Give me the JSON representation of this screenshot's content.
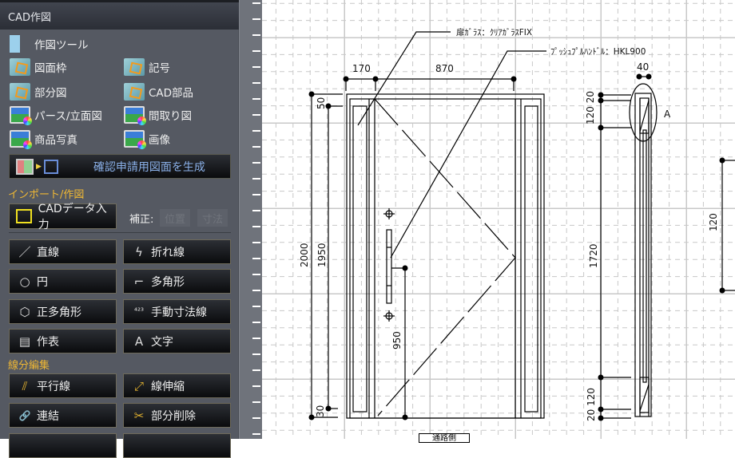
{
  "panel": {
    "title": "CAD作図",
    "tool_item": "作図ツール",
    "items": [
      {
        "label": "図面枠",
        "icon": "frame-icon"
      },
      {
        "label": "記号",
        "icon": "frame-icon"
      },
      {
        "label": "部分図",
        "icon": "frame-icon"
      },
      {
        "label": "CAD部品",
        "icon": "frame-icon"
      },
      {
        "label": "パース/立面図",
        "icon": "photo-icon"
      },
      {
        "label": "間取り図",
        "icon": "photo-icon"
      },
      {
        "label": "商品写真",
        "icon": "photo-icon"
      },
      {
        "label": "画像",
        "icon": "photo-icon"
      }
    ],
    "generate_button": "確認申請用図面を生成",
    "section_import": "インポート/作図",
    "cad_import_button": "CADデータ入力",
    "correction_label": "補正:",
    "position_button": "位置",
    "dimension_button": "寸法",
    "draw_buttons": [
      {
        "label": "直線",
        "glyph": "／"
      },
      {
        "label": "折れ線",
        "glyph": "ϟ"
      },
      {
        "label": "円",
        "glyph": "○"
      },
      {
        "label": "多角形",
        "glyph": "⌐"
      },
      {
        "label": "正多角形",
        "glyph": "⬡"
      },
      {
        "label": "手動寸法線",
        "glyph": "⁴²³"
      },
      {
        "label": "作表",
        "glyph": "▤"
      },
      {
        "label": "文字",
        "glyph": "A"
      }
    ],
    "section_edit": "線分編集",
    "edit_buttons": [
      {
        "label": "平行線",
        "glyph": "⫽"
      },
      {
        "label": "線伸縮",
        "glyph": "⤢"
      },
      {
        "label": "連結",
        "glyph": "🔗"
      },
      {
        "label": "部分削除",
        "glyph": "✂"
      }
    ],
    "accent_color": "#f0b834",
    "generate_text_color": "#8ab0e8"
  },
  "drawing": {
    "leader_glass": "扉ｶﾞﾗｽ：ｸﾘｱｶﾞﾗｽFIX",
    "leader_handle": "ﾌﾟｯｼｭﾌﾟﾙﾊﾝﾄﾞﾙ：HKL900",
    "dim_170": "170",
    "dim_870": "870",
    "dim_2000": "2000",
    "dim_1950": "1950",
    "dim_50": "50",
    "dim_30": "30",
    "dim_950": "950",
    "dim_40": "40",
    "dim_top_side": "120 20",
    "dim_1720": "1720",
    "dim_bottom_side": "20 120",
    "dim_120": "120",
    "detail_mark": "A",
    "bottom_label": "通路側"
  }
}
